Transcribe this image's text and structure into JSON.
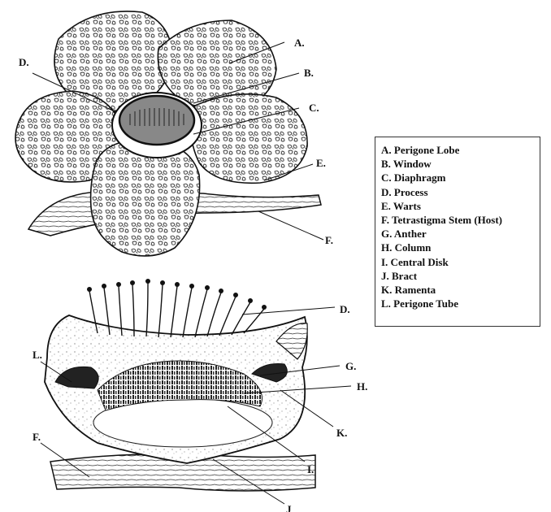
{
  "top_diagram": {
    "labels": {
      "A": "A.",
      "B": "B.",
      "C": "C.",
      "D": "D.",
      "E": "E.",
      "F": "F."
    }
  },
  "bottom_diagram": {
    "labels": {
      "D": "D.",
      "G": "G.",
      "H": "H.",
      "K": "K.",
      "L": "L.",
      "F": "F.",
      "I": "I.",
      "J": "J"
    }
  },
  "legend": {
    "items": [
      "A. Perigone Lobe",
      "B. Window",
      "C. Diaphragm",
      "D. Process",
      "E. Warts",
      "F. Tetrastigma Stem (Host)",
      "G. Anther",
      "H. Column",
      "I. Central Disk",
      "J. Bract",
      "K. Ramenta",
      "L. Perigone Tube"
    ]
  }
}
